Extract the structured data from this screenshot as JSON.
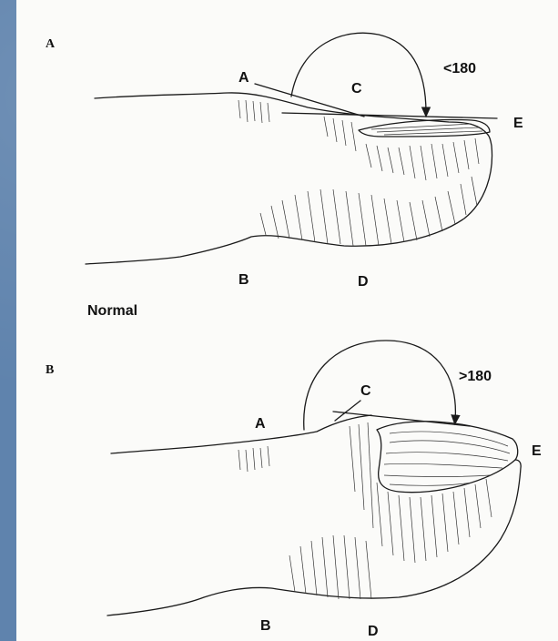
{
  "colors": {
    "background": "#5f83ad",
    "panel": "#fbfbf9",
    "ink": "#1a1a1a"
  },
  "figure_a": {
    "panel_letter": "A",
    "label_a": "A",
    "label_b": "B",
    "label_c": "C",
    "label_d": "D",
    "label_e": "E",
    "angle_label": "<180",
    "caption": "Normal"
  },
  "figure_b": {
    "panel_letter": "B",
    "label_a": "A",
    "label_b": "B",
    "label_c": "C",
    "label_d": "D",
    "label_e": "E",
    "angle_label": ">180"
  }
}
